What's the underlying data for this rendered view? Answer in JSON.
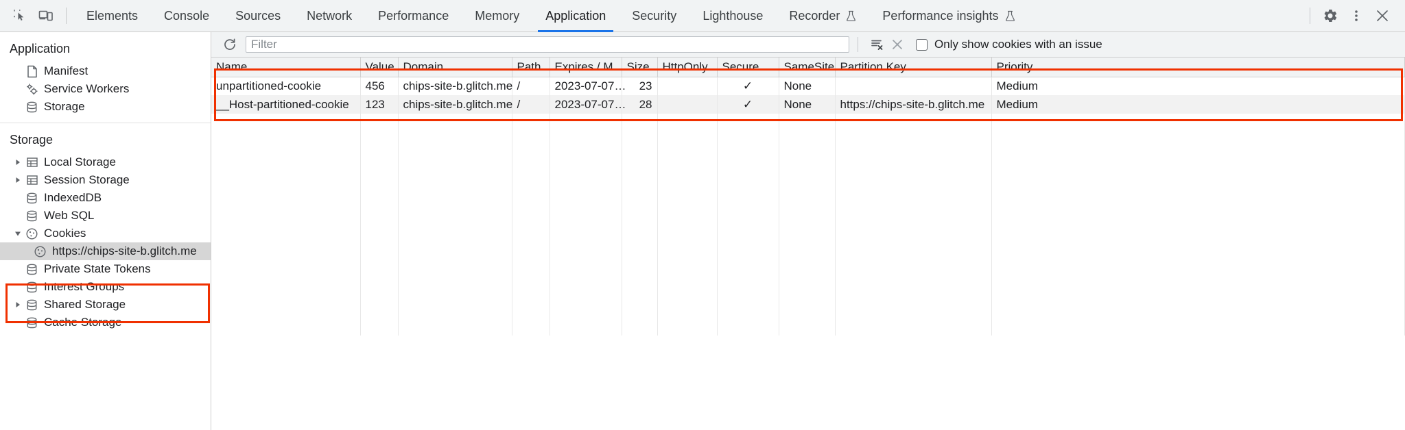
{
  "toolbar": {
    "inspect_icon": "inspect-element-icon",
    "device_icon": "device-toolbar-icon",
    "tabs": [
      {
        "label": "Elements",
        "active": false,
        "experimental": false
      },
      {
        "label": "Console",
        "active": false,
        "experimental": false
      },
      {
        "label": "Sources",
        "active": false,
        "experimental": false
      },
      {
        "label": "Network",
        "active": false,
        "experimental": false
      },
      {
        "label": "Performance",
        "active": false,
        "experimental": false
      },
      {
        "label": "Memory",
        "active": false,
        "experimental": false
      },
      {
        "label": "Application",
        "active": true,
        "experimental": false
      },
      {
        "label": "Security",
        "active": false,
        "experimental": false
      },
      {
        "label": "Lighthouse",
        "active": false,
        "experimental": false
      },
      {
        "label": "Recorder",
        "active": false,
        "experimental": true
      },
      {
        "label": "Performance insights",
        "active": false,
        "experimental": true
      }
    ],
    "settings_icon": "gear-icon",
    "more_icon": "more-vertical-icon",
    "close_icon": "close-icon"
  },
  "sidebar": {
    "sections": [
      {
        "title": "Application",
        "items": [
          {
            "label": "Manifest",
            "icon": "manifest-document-icon",
            "twisty": "none",
            "indent": 1,
            "selected": false
          },
          {
            "label": "Service Workers",
            "icon": "service-workers-gears-icon",
            "twisty": "none",
            "indent": 1,
            "selected": false
          },
          {
            "label": "Storage",
            "icon": "database-icon",
            "twisty": "none",
            "indent": 1,
            "selected": false
          }
        ]
      },
      {
        "title": "Storage",
        "items": [
          {
            "label": "Local Storage",
            "icon": "table-grid-icon",
            "twisty": "collapsed",
            "indent": 1,
            "selected": false
          },
          {
            "label": "Session Storage",
            "icon": "table-grid-icon",
            "twisty": "collapsed",
            "indent": 1,
            "selected": false
          },
          {
            "label": "IndexedDB",
            "icon": "database-icon",
            "twisty": "none",
            "indent": 1,
            "selected": false
          },
          {
            "label": "Web SQL",
            "icon": "database-icon",
            "twisty": "none",
            "indent": 1,
            "selected": false
          },
          {
            "label": "Cookies",
            "icon": "cookie-icon",
            "twisty": "expanded",
            "indent": 1,
            "selected": false
          },
          {
            "label": "https://chips-site-b.glitch.me",
            "icon": "cookie-icon",
            "twisty": "none",
            "indent": 2,
            "selected": true
          },
          {
            "label": "Private State Tokens",
            "icon": "database-icon",
            "twisty": "none",
            "indent": 1,
            "selected": false
          },
          {
            "label": "Interest Groups",
            "icon": "database-icon",
            "twisty": "none",
            "indent": 1,
            "selected": false
          },
          {
            "label": "Shared Storage",
            "icon": "database-icon",
            "twisty": "collapsed",
            "indent": 1,
            "selected": false
          },
          {
            "label": "Cache Storage",
            "icon": "database-icon",
            "twisty": "none",
            "indent": 1,
            "selected": false
          }
        ]
      }
    ]
  },
  "filter_bar": {
    "refresh_icon": "refresh-icon",
    "filter_placeholder": "Filter",
    "filter_value": "",
    "clear_filter_icon": "clear-filter-icon",
    "clear_icon": "close-x-icon",
    "only_issues_label": "Only show cookies with an issue",
    "only_issues_checked": false
  },
  "cookie_table": {
    "columns": [
      "Name",
      "Value",
      "Domain",
      "Path",
      "Expires / M…",
      "Size",
      "HttpOnly",
      "Secure",
      "SameSite",
      "Partition Key",
      "Priority"
    ],
    "rows": [
      {
        "name": "unpartitioned-cookie",
        "value": "456",
        "domain": "chips-site-b.glitch.me",
        "path": "/",
        "expires": "2023-07-07…",
        "size": "23",
        "httponly": "",
        "secure": "✓",
        "samesite": "None",
        "partition_key": "",
        "priority": "Medium"
      },
      {
        "name": "__Host-partitioned-cookie",
        "value": "123",
        "domain": "chips-site-b.glitch.me",
        "path": "/",
        "expires": "2023-07-07…",
        "size": "28",
        "httponly": "",
        "secure": "✓",
        "samesite": "None",
        "partition_key": "https://chips-site-b.glitch.me",
        "priority": "Medium"
      }
    ]
  },
  "annotations": {
    "highlight_color": "#f03000",
    "boxes": [
      "cookies-tree-group",
      "cookie-table-rows"
    ]
  }
}
